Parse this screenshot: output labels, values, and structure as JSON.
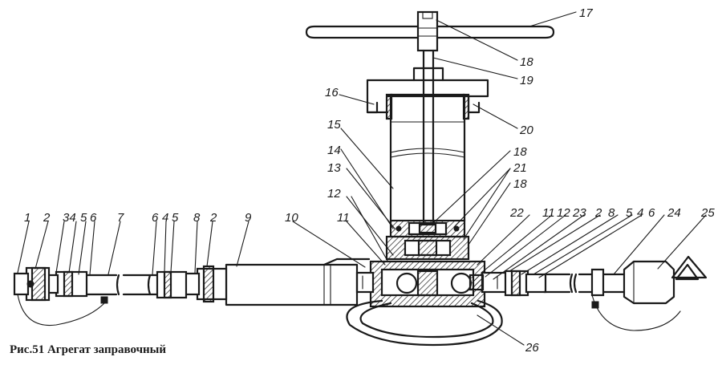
{
  "figure": {
    "caption": "Рис.51  Агрегат заправочный",
    "callouts": [
      {
        "id": "c1",
        "text": "1"
      },
      {
        "id": "c2a",
        "text": "2"
      },
      {
        "id": "c34",
        "text": "34"
      },
      {
        "id": "c5a",
        "text": "5"
      },
      {
        "id": "c6a",
        "text": "6"
      },
      {
        "id": "c7",
        "text": "7"
      },
      {
        "id": "c6b",
        "text": "6"
      },
      {
        "id": "c4b",
        "text": "4"
      },
      {
        "id": "c5b",
        "text": "5"
      },
      {
        "id": "c8a",
        "text": "8"
      },
      {
        "id": "c2b",
        "text": "2"
      },
      {
        "id": "c9",
        "text": "9"
      },
      {
        "id": "c10",
        "text": "10"
      },
      {
        "id": "c11a",
        "text": "11"
      },
      {
        "id": "c12a",
        "text": "12"
      },
      {
        "id": "c13",
        "text": "13"
      },
      {
        "id": "c14",
        "text": "14"
      },
      {
        "id": "c15",
        "text": "15"
      },
      {
        "id": "c16",
        "text": "16"
      },
      {
        "id": "c17",
        "text": "17"
      },
      {
        "id": "c18a",
        "text": "18"
      },
      {
        "id": "c19",
        "text": "19"
      },
      {
        "id": "c20",
        "text": "20"
      },
      {
        "id": "c18b",
        "text": "18"
      },
      {
        "id": "c21",
        "text": "21"
      },
      {
        "id": "c18c",
        "text": "18"
      },
      {
        "id": "c22",
        "text": "22"
      },
      {
        "id": "c11b",
        "text": "11"
      },
      {
        "id": "c12b",
        "text": "12"
      },
      {
        "id": "c23",
        "text": "23"
      },
      {
        "id": "c2c",
        "text": "2"
      },
      {
        "id": "c8b",
        "text": "8"
      },
      {
        "id": "c5c",
        "text": "5"
      },
      {
        "id": "c4c",
        "text": "4"
      },
      {
        "id": "c6c",
        "text": "6"
      },
      {
        "id": "c24",
        "text": "24"
      },
      {
        "id": "c25",
        "text": "25"
      },
      {
        "id": "c26",
        "text": "26"
      }
    ]
  }
}
